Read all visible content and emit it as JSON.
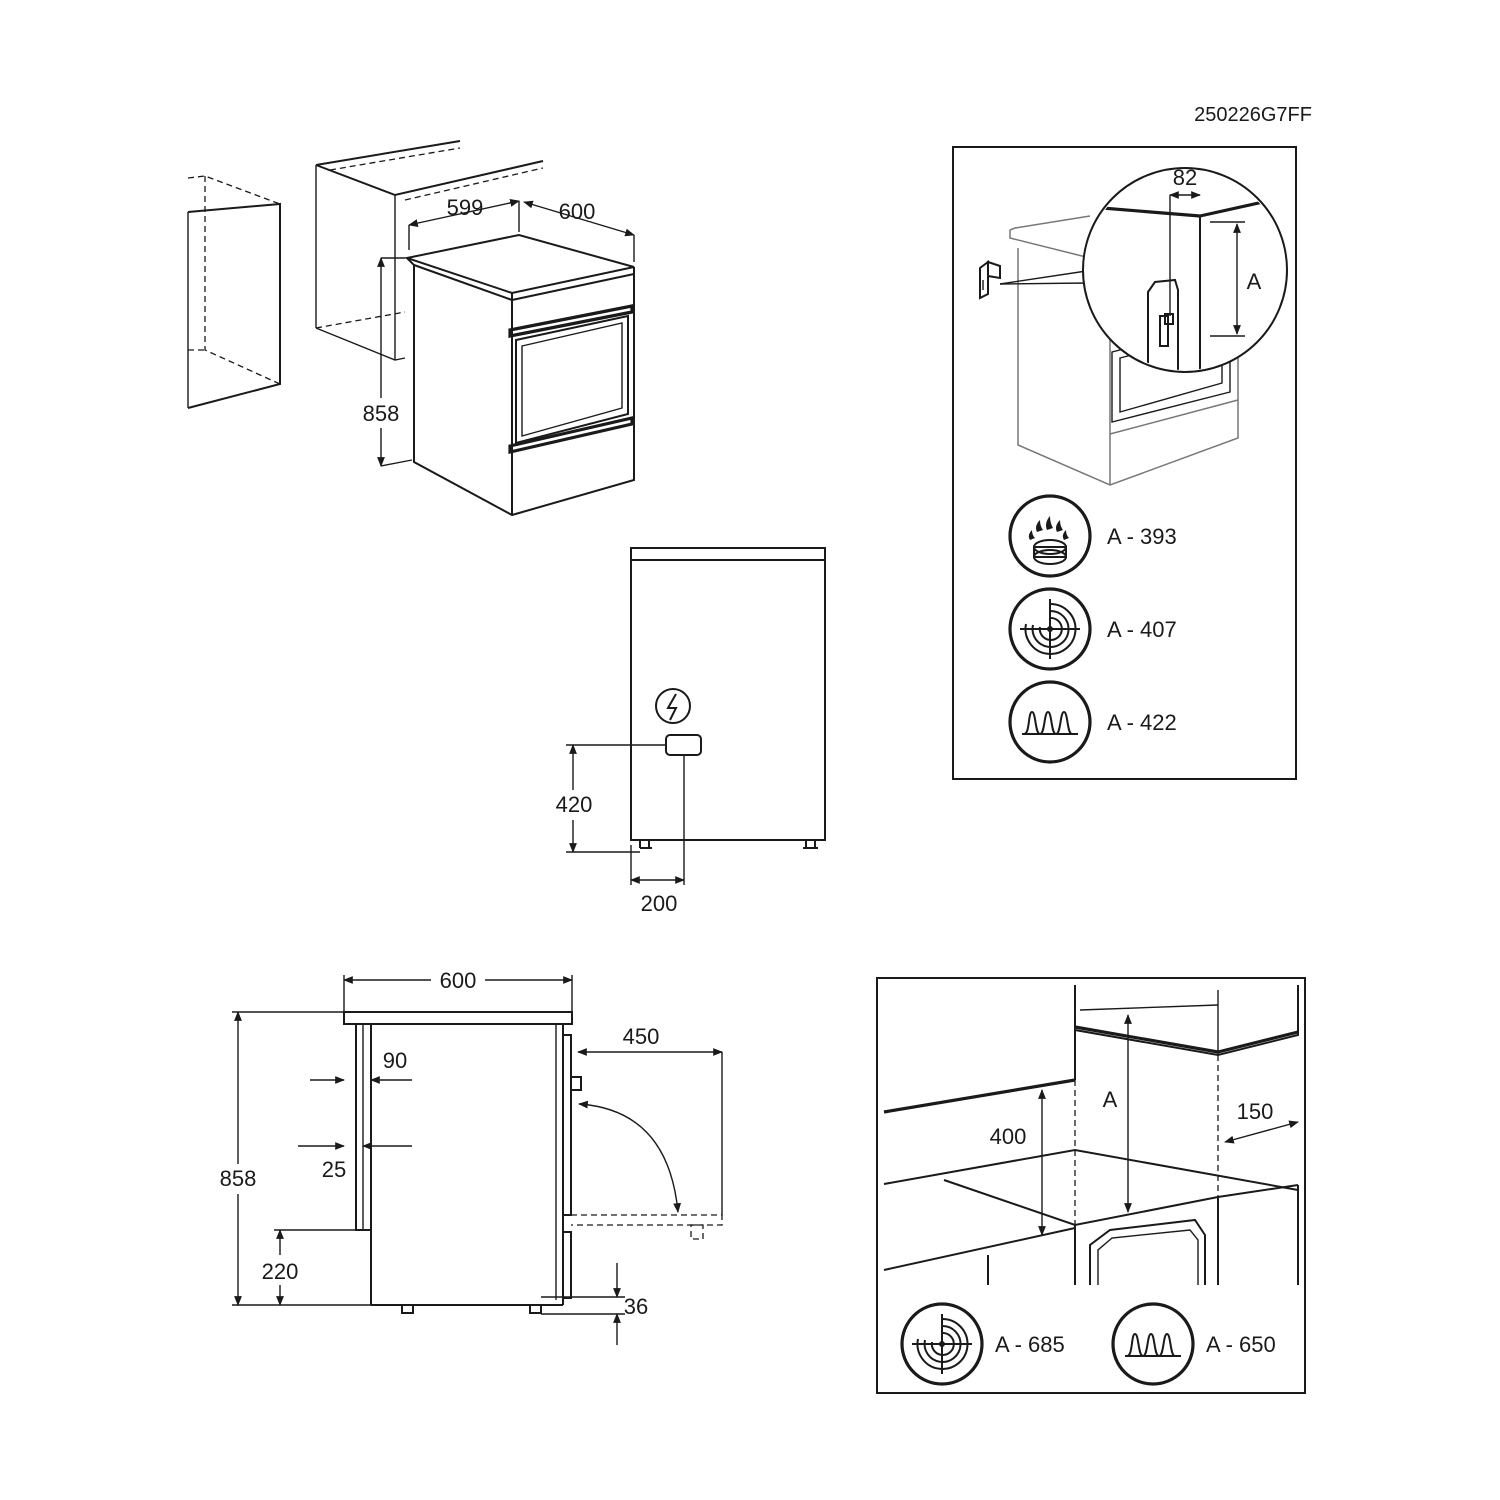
{
  "document": {
    "code": "250226G7FF"
  },
  "perspective_view": {
    "width": "599",
    "depth": "600",
    "height": "858"
  },
  "rear_view": {
    "connection_height": "420",
    "connection_offset": "200"
  },
  "side_view": {
    "depth": "600",
    "height": "858",
    "gap_top": "90",
    "gap_bottom": "25",
    "door_swing": "450",
    "plinth": "220",
    "feet": "36"
  },
  "anti_tilt_panel": {
    "bracket_offset": "82",
    "dimension_label": "A",
    "items": [
      {
        "icon": "gas-burner",
        "label": "A - 393"
      },
      {
        "icon": "fan-oven",
        "label": "A - 407"
      },
      {
        "icon": "heating-coil",
        "label": "A - 422"
      }
    ]
  },
  "clearance_panel": {
    "height_above_worktop": "400",
    "dimension_label": "A",
    "side_clearance": "150",
    "items": [
      {
        "icon": "fan-oven",
        "label": "A - 685"
      },
      {
        "icon": "heating-coil",
        "label": "A - 650"
      }
    ]
  }
}
